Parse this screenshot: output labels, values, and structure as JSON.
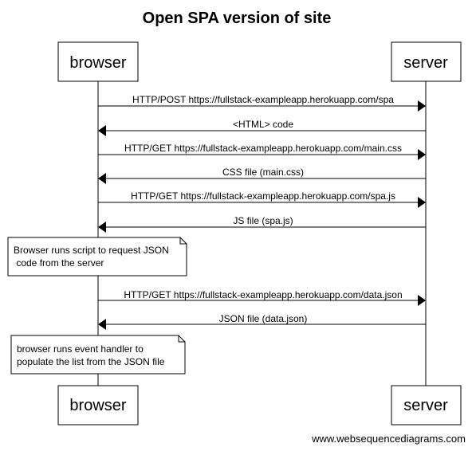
{
  "title": "Open SPA version of site",
  "participants": {
    "browser": "browser",
    "server": "server"
  },
  "messages": [
    {
      "label": "HTTP/POST https://fullstack-exampleapp.herokuapp.com/spa",
      "direction": "right"
    },
    {
      "label": "<HTML> code",
      "direction": "left"
    },
    {
      "label": "HTTP/GET https://fullstack-exampleapp.herokuapp.com/main.css",
      "direction": "right"
    },
    {
      "label": "CSS file (main.css)",
      "direction": "left"
    },
    {
      "label": "HTTP/GET https://fullstack-exampleapp.herokuapp.com/spa.js",
      "direction": "right"
    },
    {
      "label": "JS file (spa.js)",
      "direction": "left"
    },
    {
      "label": "HTTP/GET https://fullstack-exampleapp.herokuapp.com/data.json",
      "direction": "right"
    },
    {
      "label": "JSON file (data.json)",
      "direction": "left"
    }
  ],
  "notes": [
    {
      "lines": [
        "Browser runs script to request JSON",
        " code from the server"
      ]
    },
    {
      "lines": [
        "browser runs event handler to",
        "populate the list from the JSON file"
      ]
    }
  ],
  "footer": "www.websequencediagrams.com"
}
